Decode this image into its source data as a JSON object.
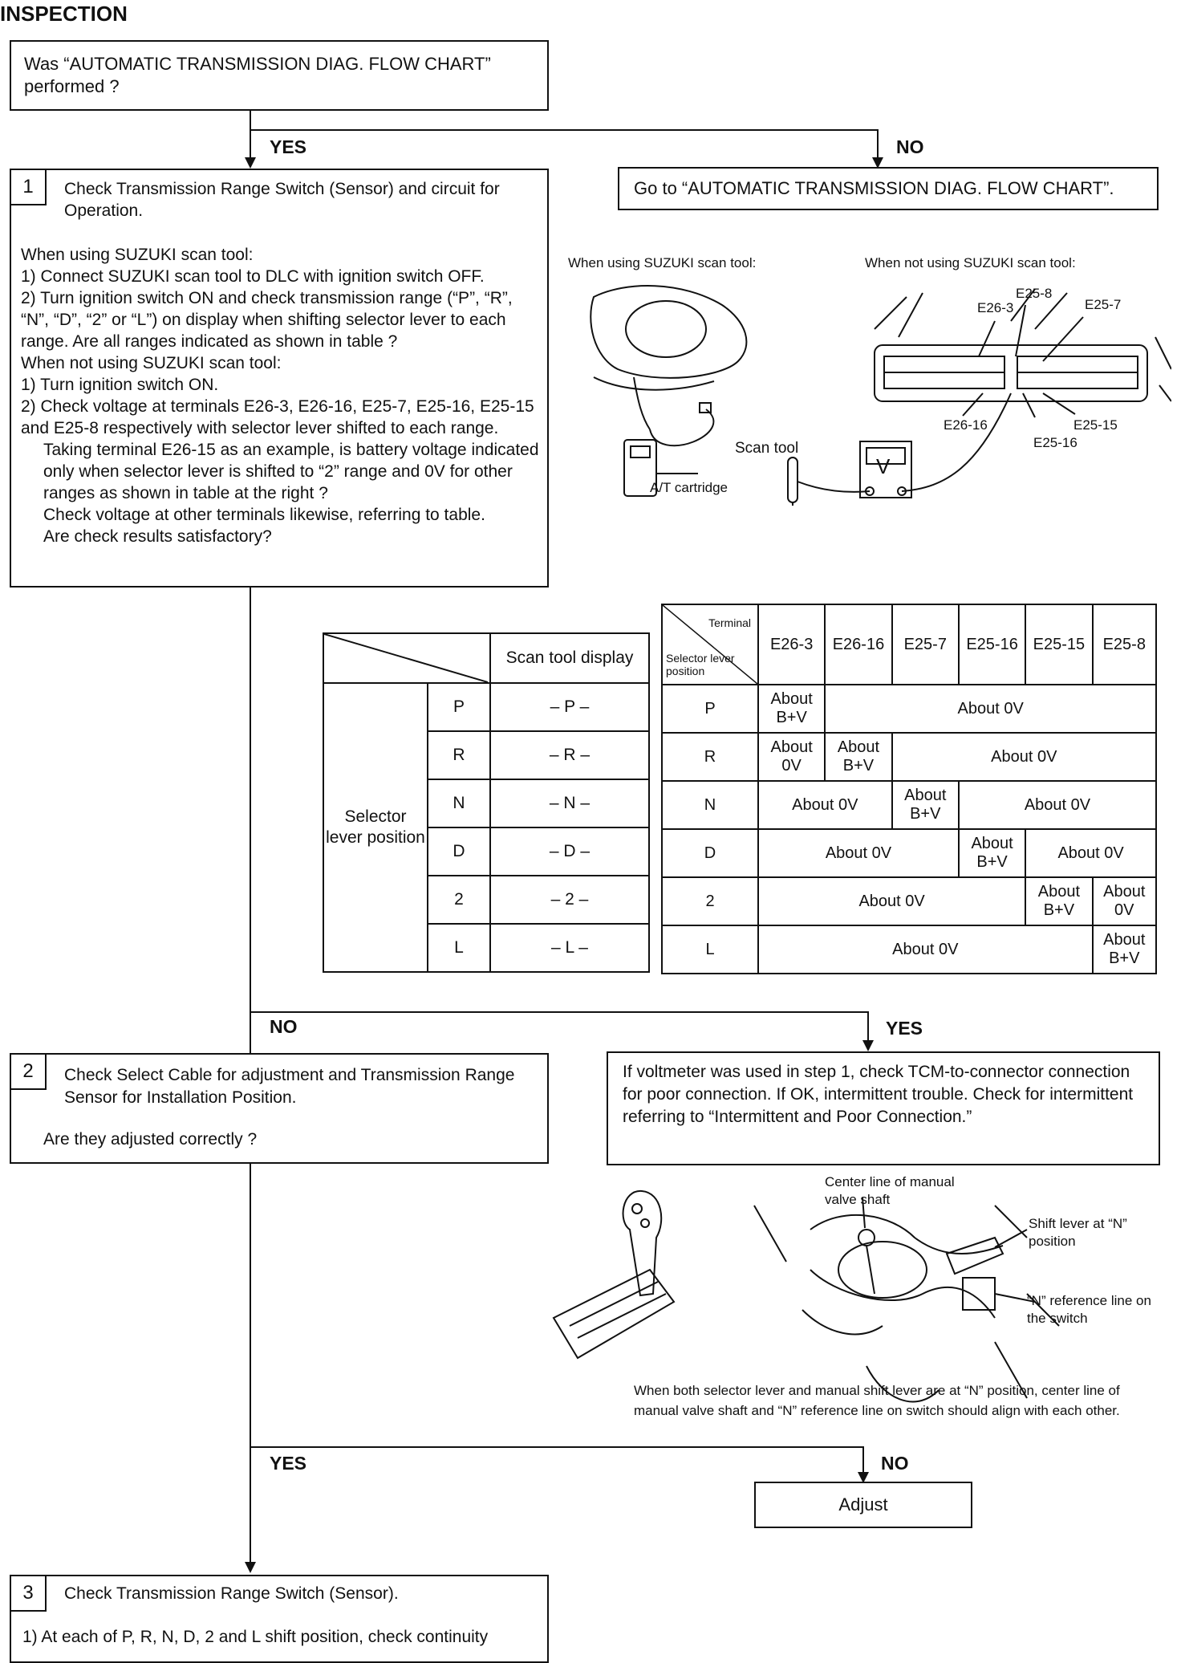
{
  "heading": "INSPECTION",
  "start_box": "Was “AUTOMATIC TRANSMISSION DIAG. FLOW CHART” performed ?",
  "labels": {
    "yes": "YES",
    "no": "NO"
  },
  "goto_box": "Go to “AUTOMATIC TRANSMISSION DIAG. FLOW CHART”.",
  "step1": {
    "num": "1",
    "title": "Check Transmission Range Switch (Sensor) and circuit for Operation.",
    "lines": [
      "When using SUZUKI scan tool:",
      "1) Connect SUZUKI scan tool to DLC with ignition switch OFF.",
      "2) Turn ignition switch ON and check transmission range (“P”, “R”, “N”, “D”, “2” or “L”) on display when shifting selector lever to each range. Are all ranges indicated as shown in table ?",
      "When not using SUZUKI scan tool:",
      "1) Turn ignition switch ON.",
      "2) Check voltage at terminals E26-3, E26-16, E25-7, E25-16, E25-15 and E25-8 respectively with selector lever shifted to each range.",
      "Taking terminal E26-15 as an example, is battery voltage indicated only when selector lever is shifted to “2” range and 0V for other ranges as shown in table at the right ?",
      "Check voltage at other terminals likewise, referring to table.",
      "Are check results satisfactory?"
    ]
  },
  "figure1": {
    "caption_left": "When using SUZUKI scan tool:",
    "caption_right": "When not using SUZUKI scan tool:",
    "scan_tool": "Scan tool",
    "cartridge": "A/T cartridge",
    "terminals": [
      "E26-3",
      "E25-8",
      "E25-7",
      "E26-16",
      "E25-15",
      "E25-16"
    ],
    "meter": "V"
  },
  "table1": {
    "header": "Scan tool display",
    "row_group": "Selector lever position",
    "rows": [
      {
        "pos": "P",
        "disp": "– P –"
      },
      {
        "pos": "R",
        "disp": "– R –"
      },
      {
        "pos": "N",
        "disp": "– N –"
      },
      {
        "pos": "D",
        "disp": "– D –"
      },
      {
        "pos": "2",
        "disp": "– 2 –"
      },
      {
        "pos": "L",
        "disp": "– L –"
      }
    ]
  },
  "table2": {
    "corner_top": "Terminal",
    "corner_bottom": "Selector lever position",
    "cols": [
      "E26-3",
      "E26-16",
      "E25-7",
      "E25-16",
      "E25-15",
      "E25-8"
    ],
    "positions": [
      "P",
      "R",
      "N",
      "D",
      "2",
      "L"
    ],
    "bv": "About B+V",
    "zero": "About 0V"
  },
  "step2": {
    "num": "2",
    "title": "Check Select Cable for adjustment and Transmission Range Sensor for Installation Position.",
    "question": "Are they adjusted correctly ?"
  },
  "yes2_box": "If voltmeter was used in step 1, check TCM-to-connector connection for poor connection. If OK, intermittent trouble. Check for intermittent referring to “Intermittent and Poor Connection.”",
  "figure2": {
    "center_line": "Center line of manual valve shaft",
    "shift_lever": "Shift lever at “N” position",
    "ref_line": "“N” reference line on the switch",
    "caption": "When both selector lever and manual shift lever are at “N” position, center line of manual valve shaft and “N” reference line on switch should align with each other."
  },
  "adjust_box": "Adjust",
  "step3": {
    "num": "3",
    "title": "Check Transmission Range Switch (Sensor).",
    "line1": "1) At each of P, R, N, D, 2 and L shift position, check continuity"
  }
}
